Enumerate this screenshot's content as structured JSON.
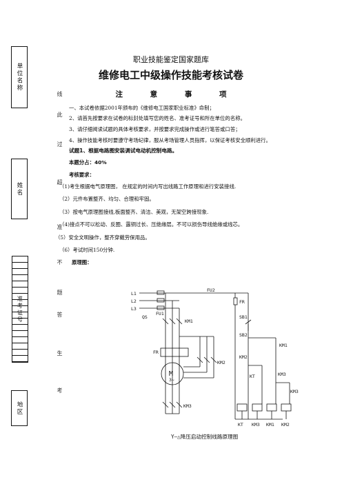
{
  "sidebar": {
    "box1": "单位名称",
    "box2": "姓名",
    "box3": "准考证号",
    "box4": "地区",
    "seal_chars": [
      "线",
      "此",
      "过",
      "超",
      "准",
      "不",
      "题",
      "答",
      "生",
      "考"
    ]
  },
  "header": {
    "subtitle": "职业技能鉴定国家题库",
    "title": "维修电工中级操作技能考核试卷",
    "notice_title": "注 意 事 项"
  },
  "notes": [
    "一、本试卷依据2001年颁布的《维修电工国家职业标准》命制；",
    "2、请首先按要求在试卷的标封处填写您的姓名、准考证号和所在单位的名称。",
    "3、请仔细阅读试题的具体考核要求，并按要求完成操作或进行笔答或口答；",
    "4、操作技能考核时要遵守考场纪律，服从考场管理人员指挥，以保证考核安全顺利进行。"
  ],
  "question": {
    "title": "试题1、根据电路图安装调试电动机控制电路。",
    "score": "本题分占：40%",
    "req_title": "考核要求：",
    "reqs": [
      "（1)考生根据电气原理图， 在规定的时间内写出线路工作原理和进行安装接线.",
      "（2）元件布置整齐、均匀、合理和牢固。",
      "（3）按电气原理图接线,板面整齐、清洁、美观，无架空跨接现象.",
      "（4)接点不可以松动、反圈、露铜过长、压绝缘层。不可以损伤导线绝缘或线芯。",
      "（5）安全文明操作，整齐穿戴劳保用品。",
      "（6）考试时间150分钟."
    ],
    "diagram_label": "原理图："
  },
  "diagram": {
    "labels": {
      "L1": "L1",
      "L2": "L2",
      "L3": "L3",
      "QS": "QS",
      "FU1": "FU1",
      "FU2": "FU2",
      "KM1": "KM1",
      "KM2": "KM2",
      "KM3": "KM3",
      "FR": "FR",
      "M": "M",
      "M3": "3~",
      "SB1": "SB1",
      "SB2": "SB2",
      "KT": "KT"
    },
    "bottom_labels": [
      "KT",
      "KM3",
      "KM1",
      "KM2"
    ],
    "caption": "Y—△降压启动控制线路原理图"
  }
}
